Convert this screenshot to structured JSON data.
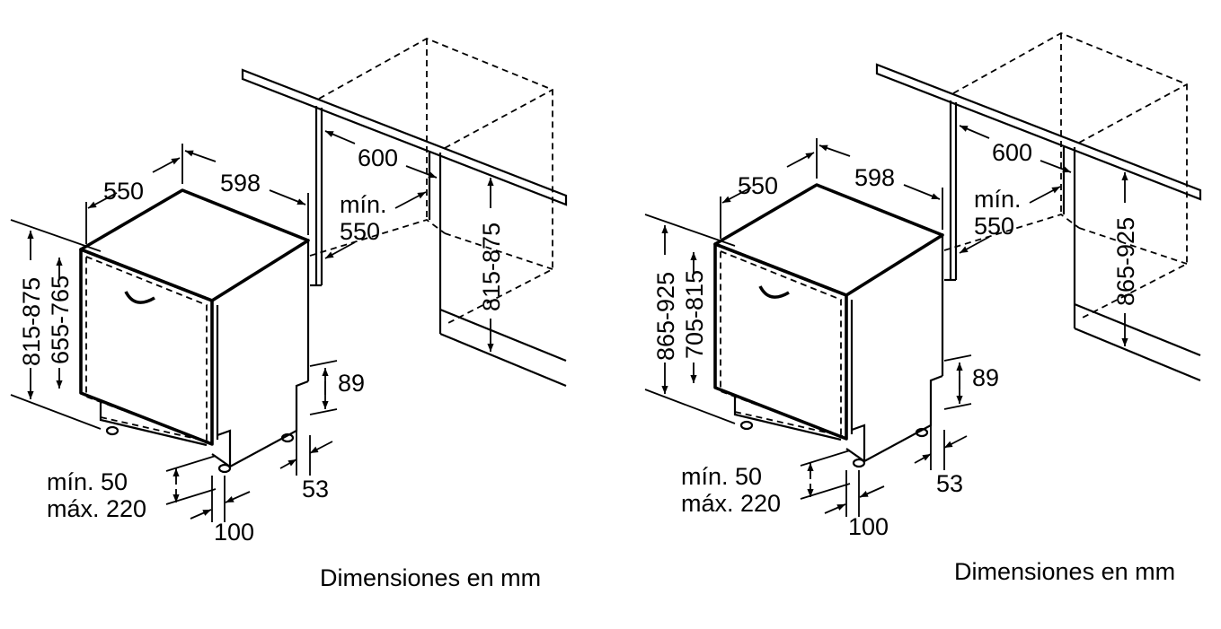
{
  "diagrams": [
    {
      "depth": "550",
      "width": "598",
      "niche_width": "600",
      "niche_depth_prefix": "mín.",
      "niche_depth_value": "550",
      "niche_height": "815-875",
      "total_height": "815-875",
      "door_height": "655-765",
      "plinth_height": "89",
      "plinth_depth": "53",
      "foot_min": "mín. 50",
      "foot_max": "máx. 220",
      "foot_setback": "100",
      "caption": "Dimensiones en mm"
    },
    {
      "depth": "550",
      "width": "598",
      "niche_width": "600",
      "niche_depth_prefix": "mín.",
      "niche_depth_value": "550",
      "niche_height": "865-925",
      "total_height": "865-925",
      "door_height": "705-815",
      "plinth_height": "89",
      "plinth_depth": "53",
      "foot_min": "mín. 50",
      "foot_max": "máx. 220",
      "foot_setback": "100",
      "caption": "Dimensiones en mm"
    }
  ]
}
